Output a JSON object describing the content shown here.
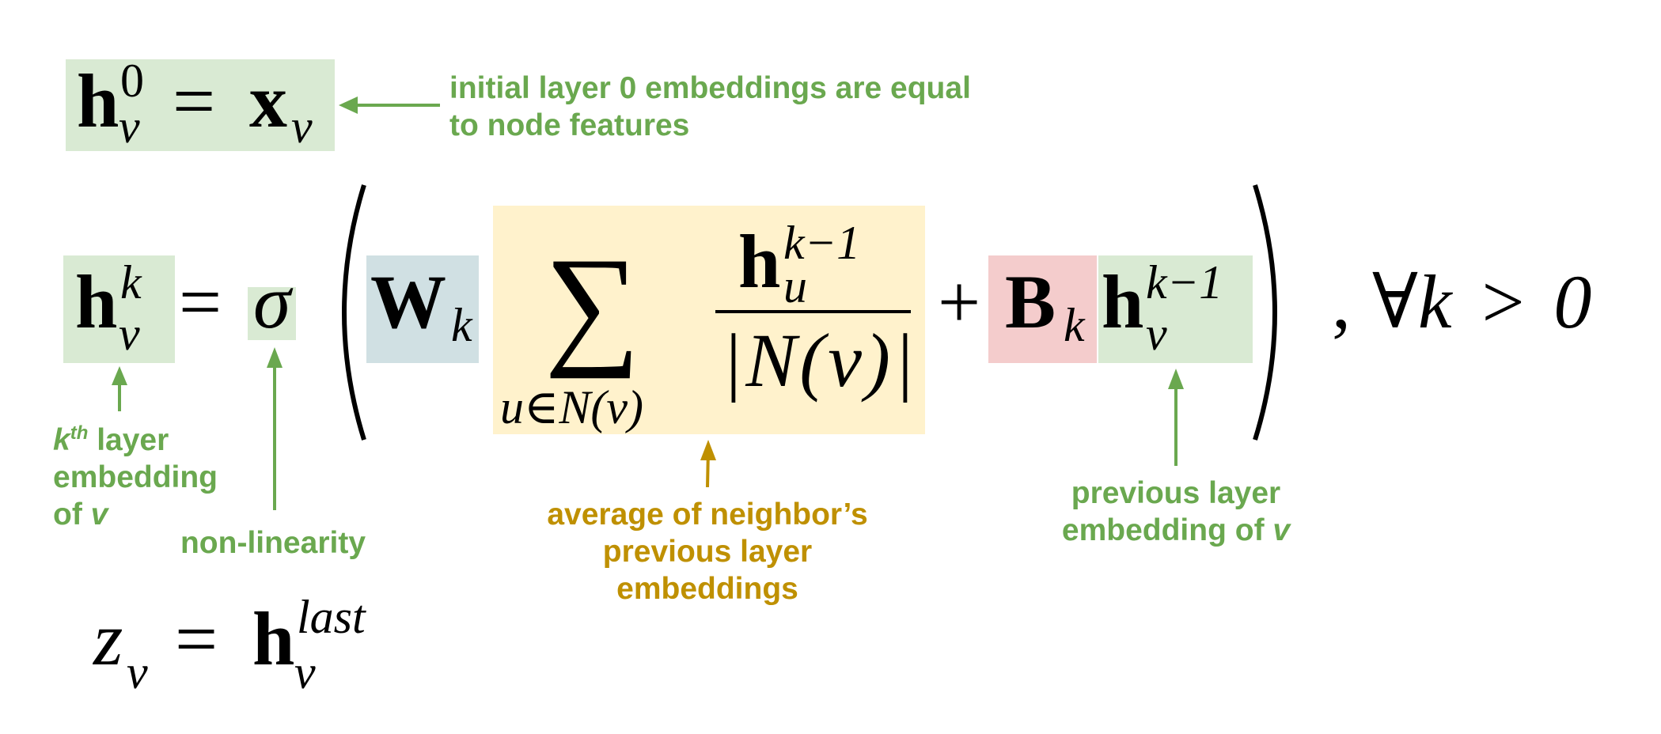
{
  "colors": {
    "green_box": "#d9ead3",
    "blue_box": "#d0e0e3",
    "yellow_box": "#fff2cc",
    "red_box": "#f4cccc",
    "green_text": "#6aa84f",
    "gold_text": "#bf9000"
  },
  "eq_init": {
    "h": "h",
    "sup": "0",
    "sub": "v",
    "eq": "=",
    "x": "x",
    "x_sub": "v"
  },
  "eq_main": {
    "h": "h",
    "h_sup": "k",
    "h_sub": "v",
    "eq": "=",
    "sigma": "σ",
    "W": "W",
    "W_sub": "k",
    "sum": "∑",
    "sum_sub": "u∈N(v)",
    "num_h": "h",
    "num_sup": "k−1",
    "num_sub": "u",
    "denominator": "|N(v)|",
    "plus": "+",
    "B": "B",
    "B_sub": "k",
    "prev_h": "h",
    "prev_sup": "k−1",
    "prev_sub": "v",
    "comma": ",",
    "forall": "∀k > 0"
  },
  "eq_final": {
    "z": "z",
    "z_sub": "v",
    "eq": "=",
    "h": "h",
    "sup": "last",
    "sub": "v"
  },
  "labels": {
    "initial": [
      "initial layer 0 embeddings are equal",
      "to node features"
    ],
    "kth": {
      "k": "k",
      "th": "th",
      "line1_rest": " layer",
      "line2": "embedding",
      "line3_prefix": "of ",
      "v": "v"
    },
    "nonlinearity": "non-linearity",
    "average": [
      "average of neighbor’s",
      "previous layer",
      "embeddings"
    ],
    "previous": {
      "line1": "previous layer",
      "line2_prefix": "embedding of ",
      "v": "v"
    }
  }
}
